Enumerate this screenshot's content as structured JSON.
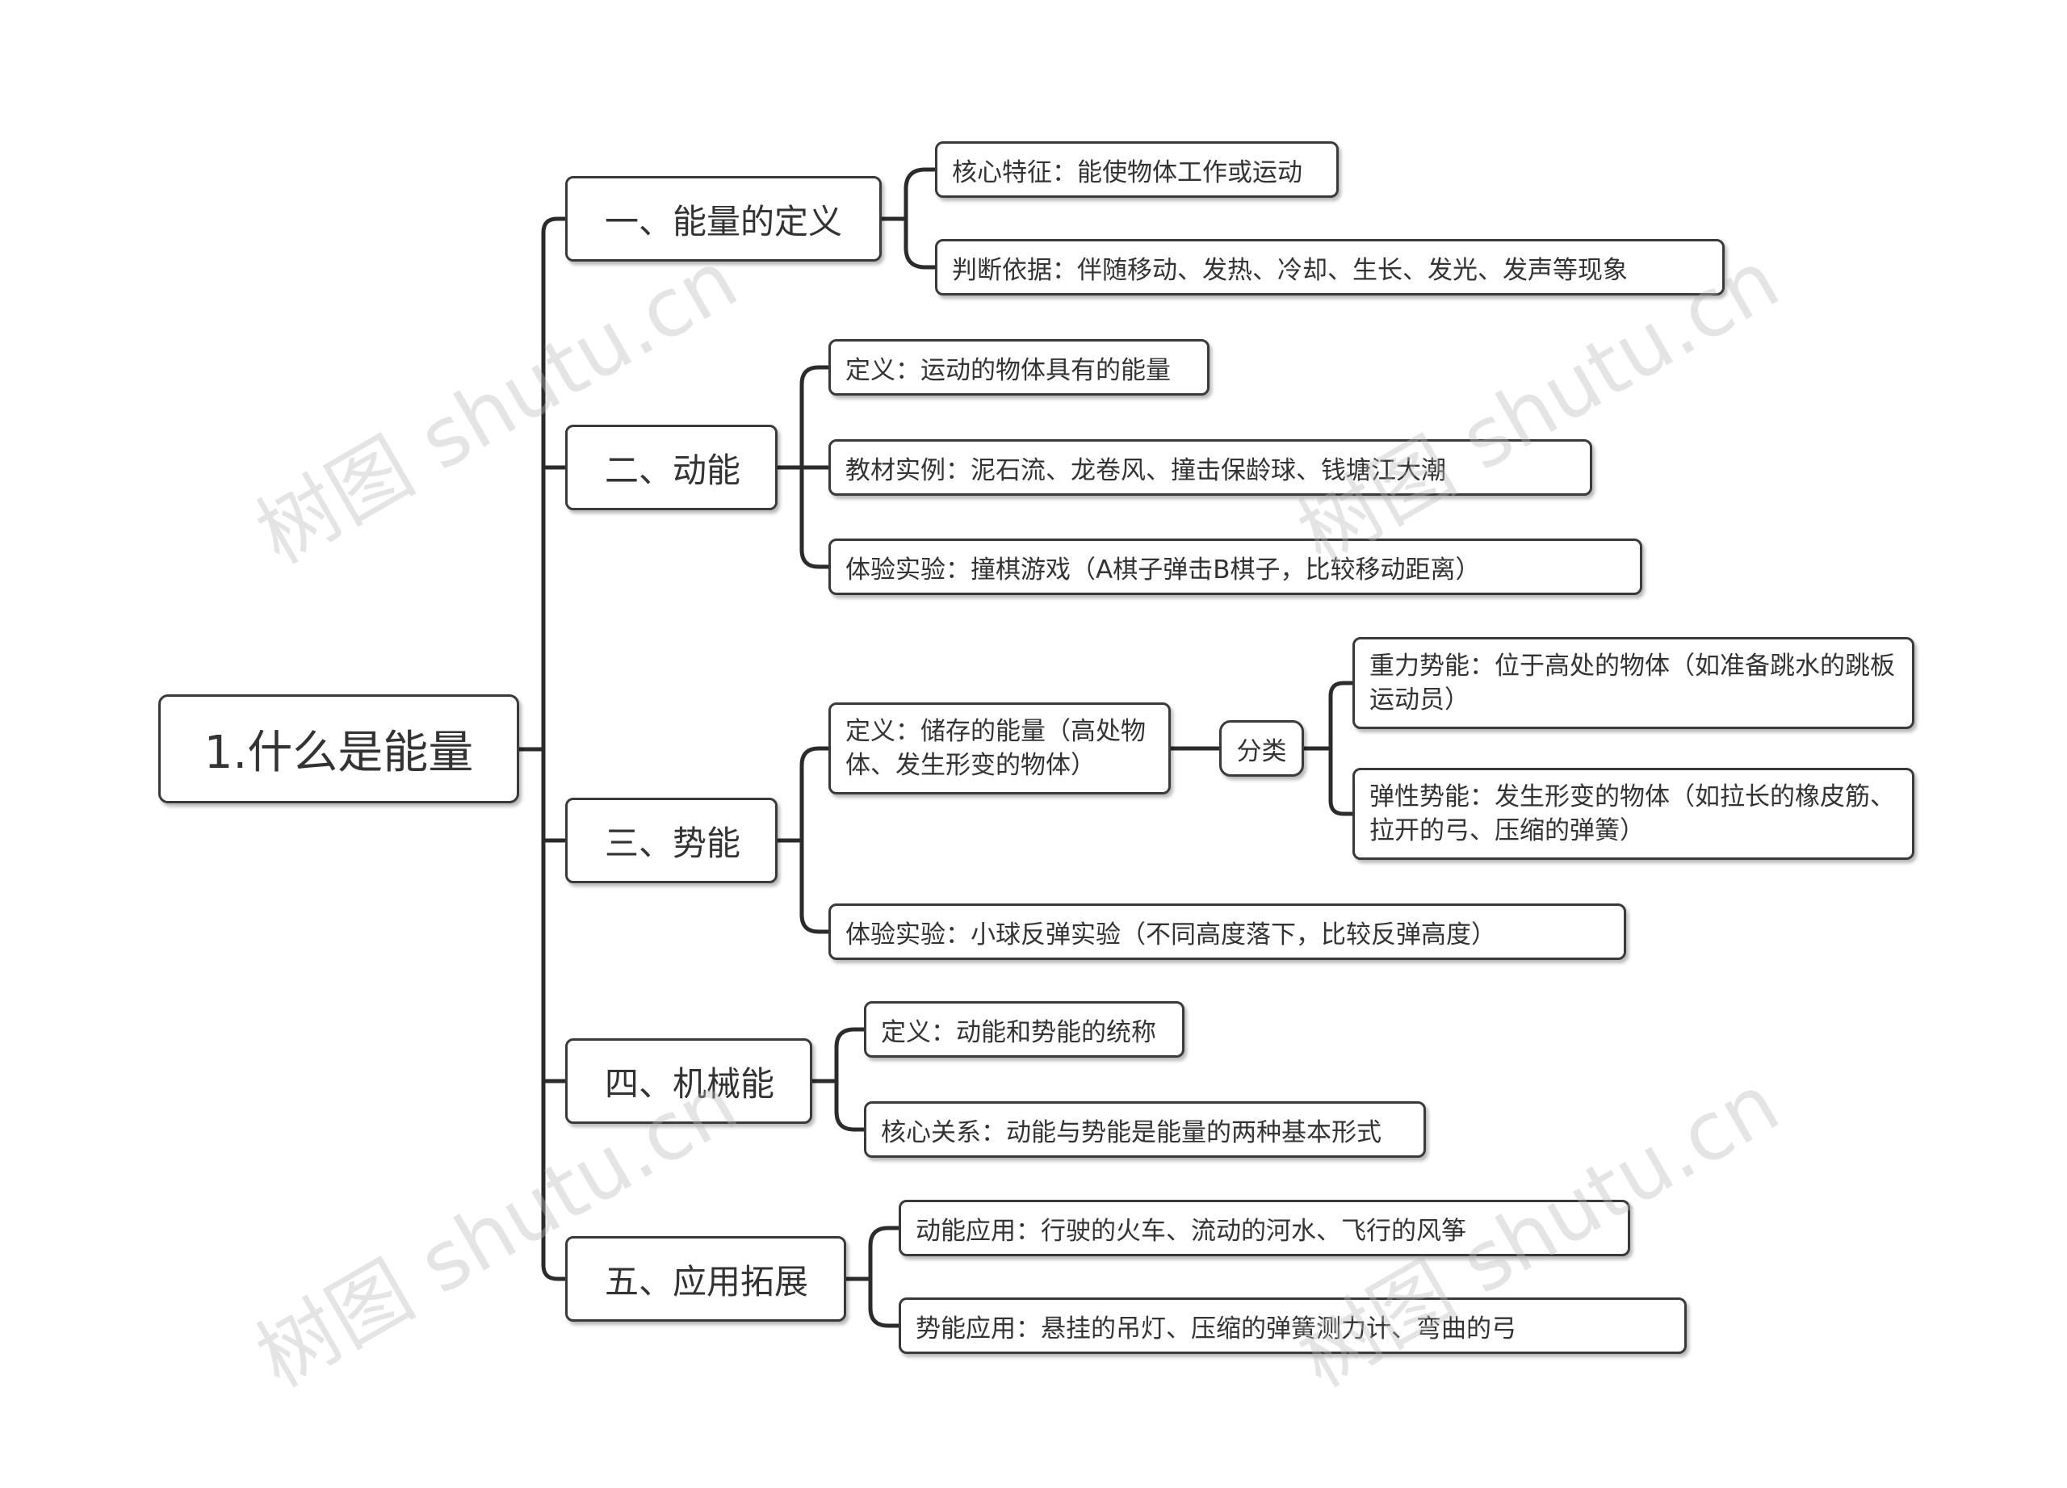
{
  "root": {
    "label": "1.什么是能量"
  },
  "branches": [
    {
      "label": "一、能量的定义",
      "children": [
        {
          "label": "核心特征：能使物体工作或运动"
        },
        {
          "label": "判断依据：伴随移动、发热、冷却、生长、发光、发声等现象"
        }
      ]
    },
    {
      "label": "二、动能",
      "children": [
        {
          "label": "定义：运动的物体具有的能量"
        },
        {
          "label": "教材实例：泥石流、龙卷风、撞击保龄球、钱塘江大潮"
        },
        {
          "label": "体验实验：撞棋游戏（A棋子弹击B棋子，比较移动距离）"
        }
      ]
    },
    {
      "label": "三、势能",
      "children": [
        {
          "label": "定义：储存的能量（高处物体、发生形变的物体）",
          "hub": {
            "label": "分类"
          },
          "children": [
            {
              "label": "重力势能：位于高处的物体（如准备跳水的跳板运动员）"
            },
            {
              "label": "弹性势能：发生形变的物体（如拉长的橡皮筋、拉开的弓、压缩的弹簧）"
            }
          ]
        },
        {
          "label": "体验实验：小球反弹实验（不同高度落下，比较反弹高度）"
        }
      ]
    },
    {
      "label": "四、机械能",
      "children": [
        {
          "label": "定义：动能和势能的统称"
        },
        {
          "label": "核心关系：动能与势能是能量的两种基本形式"
        }
      ]
    },
    {
      "label": "五、应用拓展",
      "children": [
        {
          "label": "动能应用：行驶的火车、流动的河水、飞行的风筝"
        },
        {
          "label": "势能应用：悬挂的吊灯、压缩的弹簧测力计、弯曲的弓"
        }
      ]
    }
  ],
  "watermark": {
    "text": "树图 shutu.cn"
  },
  "colors": {
    "line": "#2b2b2b",
    "border": "#3a3a3a",
    "text": "#333333",
    "background": "#ffffff"
  }
}
